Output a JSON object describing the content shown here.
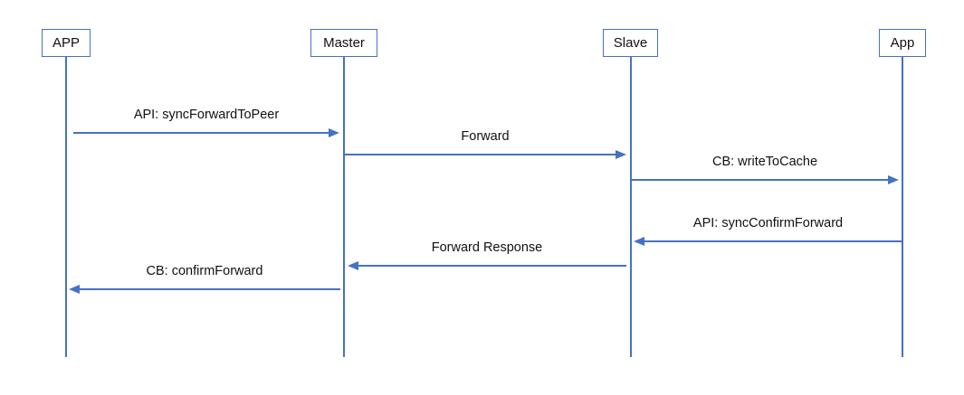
{
  "diagram": {
    "type": "sequence-diagram",
    "accent_color": "#4472C4",
    "actors": [
      {
        "id": "app-left",
        "label": "APP"
      },
      {
        "id": "master",
        "label": "Master"
      },
      {
        "id": "slave",
        "label": "Slave"
      },
      {
        "id": "app-right",
        "label": "App"
      }
    ],
    "messages": [
      {
        "label": "API: syncForwardToPeer",
        "from": "APP",
        "to": "Master",
        "direction": "right"
      },
      {
        "label": "Forward",
        "from": "Master",
        "to": "Slave",
        "direction": "right"
      },
      {
        "label": "CB: writeToCache",
        "from": "Slave",
        "to": "App",
        "direction": "right"
      },
      {
        "label": "API: syncConfirmForward",
        "from": "App",
        "to": "Slave",
        "direction": "left"
      },
      {
        "label": "Forward Response",
        "from": "Slave",
        "to": "Master",
        "direction": "left"
      },
      {
        "label": "CB: confirmForward",
        "from": "Master",
        "to": "APP",
        "direction": "left"
      }
    ]
  }
}
